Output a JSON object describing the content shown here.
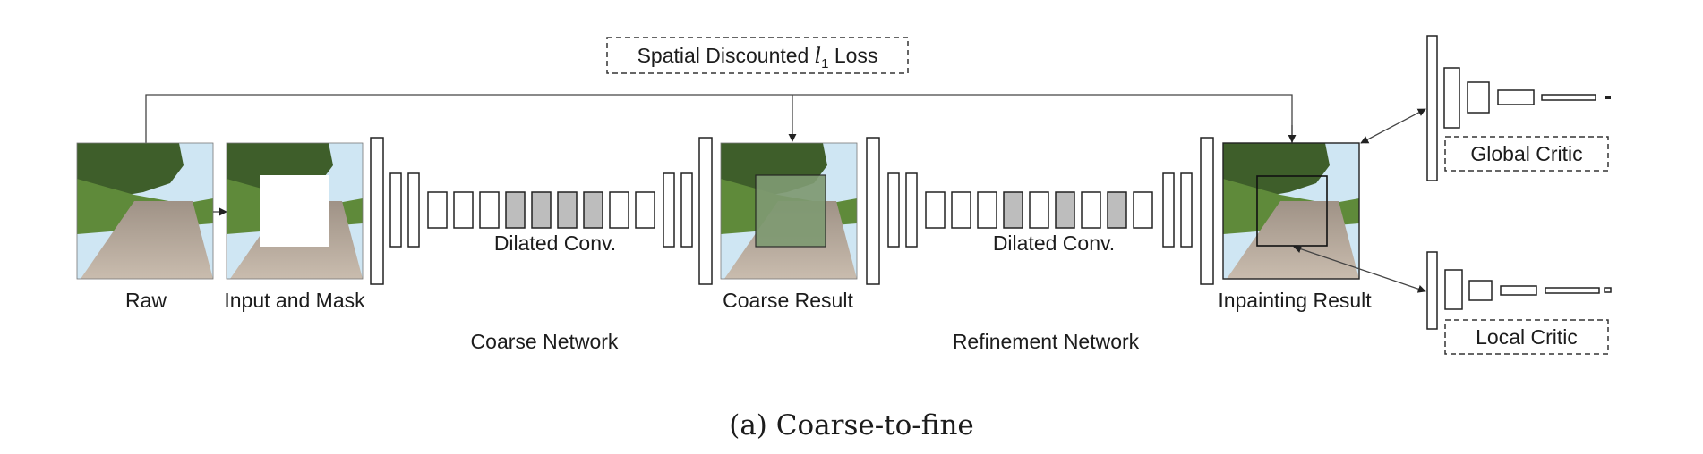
{
  "loss_label_prefix": "Spatial Discounted ",
  "loss_label_symbol": "l",
  "loss_label_subscript": "1",
  "loss_label_suffix": " Loss",
  "images": {
    "raw": "Raw",
    "input": "Input and Mask",
    "coarse": "Coarse Result",
    "inpainting": "Inpainting Result"
  },
  "networks": {
    "coarse": "Coarse Network",
    "refinement": "Refinement Network",
    "dilated_1": "Dilated Conv.",
    "dilated_2": "Dilated Conv."
  },
  "critics": {
    "global": "Global Critic",
    "local": "Local Critic"
  },
  "caption": "(a) Coarse-to-fine",
  "colors": {
    "dilated_fill": "#bdbdbd",
    "sky": "#cfe6f3",
    "trees": "#3e5e2a",
    "grass": "#5f8a3a",
    "path": "#b7a99a",
    "coarse_blur": "#7f9a72"
  }
}
